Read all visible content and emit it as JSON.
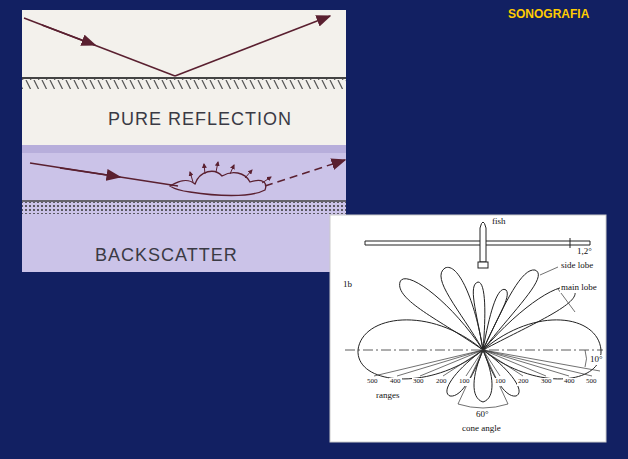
{
  "diagram": {
    "title": "SONOGRAFIA",
    "labels": [
      "PURE REFLECTION",
      "BACKSCATTER",
      "fish",
      "1,2°",
      "1b",
      "side lobe",
      "main lobe",
      "10°",
      "ranges",
      "500",
      "400",
      "300",
      "200",
      "100",
      "100",
      "200",
      "300",
      "400",
      "500",
      "60°",
      "cone angle"
    ]
  }
}
